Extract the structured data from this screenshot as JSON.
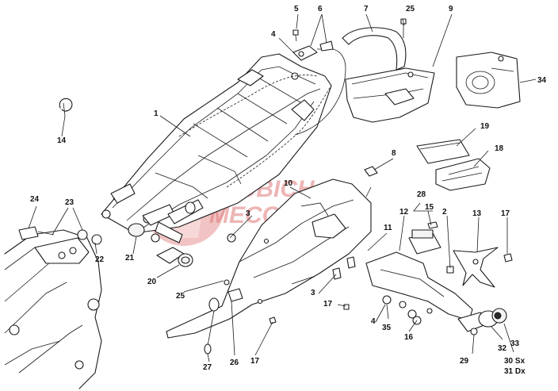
{
  "diagram": {
    "watermark": {
      "line1": "RUBICH",
      "line2": "MECCANICA",
      "color": "#e07a7a"
    },
    "callouts": [
      "1",
      "2",
      "3",
      "3",
      "4",
      "4",
      "5",
      "6",
      "7",
      "8",
      "9",
      "10",
      "11",
      "12",
      "13",
      "14",
      "15",
      "16",
      "17",
      "17",
      "17",
      "18",
      "19",
      "20",
      "21",
      "22",
      "23",
      "24",
      "25",
      "25",
      "26",
      "27",
      "28",
      "29",
      "30 Sx",
      "31 Dx",
      "32",
      "33",
      "34",
      "35"
    ]
  }
}
